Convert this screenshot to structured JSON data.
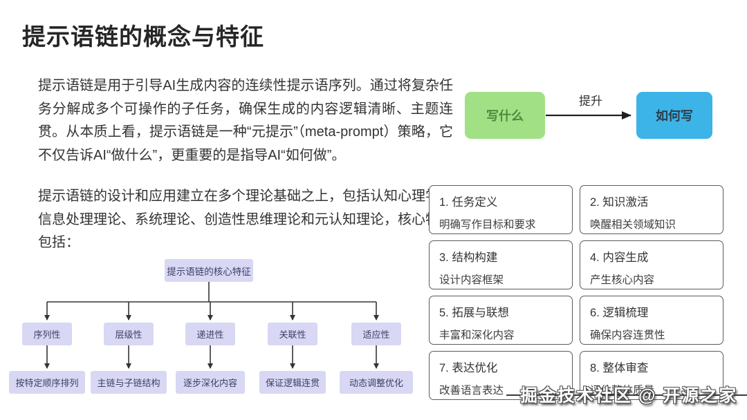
{
  "page": {
    "title": "提示语链的概念与特征"
  },
  "intro": {
    "paragraph1": "提示语链是用于引导AI生成内容的连续性提示语序列。通过将复杂任务分解成多个可操作的子任务，确保生成的内容逻辑清晰、主题连贯。从本质上看，提示语链是一种“元提示”（meta-prompt）策略，它不仅告诉AI“做什么”，更重要的是指导AI“如何做”。",
    "paragraph2": "提示语链的设计和应用建立在多个理论基础之上，包括认知心理学、信息处理理论、系统理论、创造性思维理论和元认知理论，核心特征包括："
  },
  "flow": {
    "source_label": "写什么",
    "arrow_label": "提升",
    "target_label": "如何写"
  },
  "tree": {
    "root_label": "提示语链的核心特征",
    "features": [
      {
        "label": "序列性",
        "detail": "按特定顺序排列"
      },
      {
        "label": "层级性",
        "detail": "主链与子链结构"
      },
      {
        "label": "递进性",
        "detail": "逐步深化内容"
      },
      {
        "label": "关联性",
        "detail": "保证逻辑连贯"
      },
      {
        "label": "适应性",
        "detail": "动态调整优化"
      }
    ]
  },
  "steps": [
    {
      "title": "1. 任务定义",
      "desc": "明确写作目标和要求"
    },
    {
      "title": "2. 知识激活",
      "desc": "唤醒相关领域知识"
    },
    {
      "title": "3. 结构构建",
      "desc": "设计内容框架"
    },
    {
      "title": "4. 内容生成",
      "desc": "产生核心内容"
    },
    {
      "title": "5. 拓展与联想",
      "desc": "丰富和深化内容"
    },
    {
      "title": "6. 逻辑梳理",
      "desc": "确保内容连贯性"
    },
    {
      "title": "7. 表达优化",
      "desc": "改善语言表达"
    },
    {
      "title": "8. 整体审查",
      "desc": "评估整体质量"
    }
  ],
  "watermark": "掘金技术社区 @ 开源之家",
  "colors": {
    "flow_source_bg": "#a2e086",
    "flow_source_text": "#4e8a3e",
    "flow_target_bg": "#3cb4e7",
    "flow_target_text": "#2e3e4e",
    "tree_node_bg": "#d8d7f4",
    "tree_node_text": "#3f3e63",
    "line": "#333333"
  }
}
